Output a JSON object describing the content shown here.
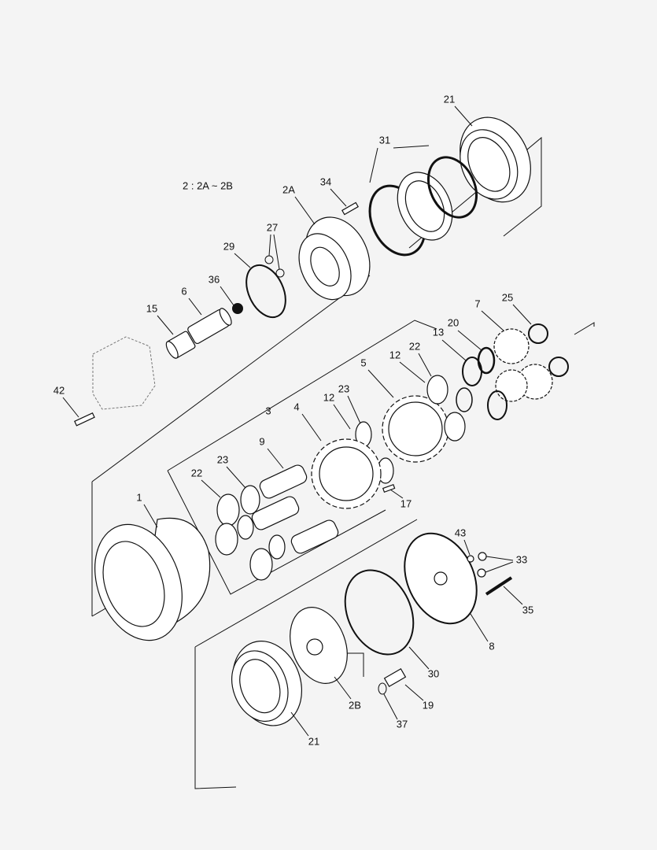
{
  "diagram": {
    "type": "exploded-parts-view",
    "note": "2 : 2A ~ 2B",
    "callouts": [
      "21",
      "31",
      "34",
      "2A",
      "27",
      "29",
      "36",
      "6",
      "15",
      "42",
      "7",
      "25",
      "20",
      "13",
      "22",
      "5",
      "12",
      "23",
      "12",
      "3",
      "4",
      "9",
      "23",
      "22",
      "17",
      "1",
      "43",
      "33",
      "35",
      "8",
      "30",
      "2B",
      "19",
      "37",
      "21"
    ]
  }
}
